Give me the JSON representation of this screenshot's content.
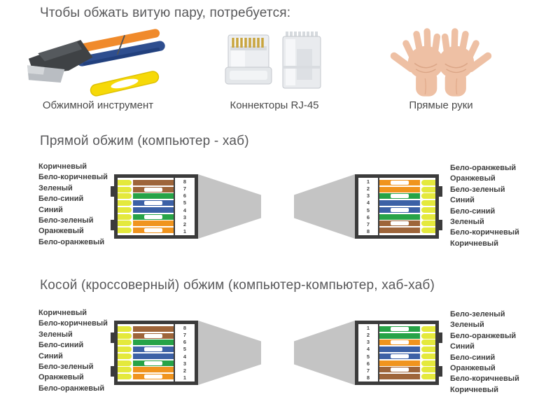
{
  "title": "Чтобы обжать витую пару, потребуется:",
  "tools": [
    {
      "name": "crimper",
      "label": "Обжимной инструмент"
    },
    {
      "name": "connectors",
      "label": "Коннекторы RJ-45"
    },
    {
      "name": "hands",
      "label": "Прямые руки"
    }
  ],
  "palette": {
    "stub_yellow": "#e4e93c",
    "cable_gray": "#c4c4c4",
    "frame_dark": "#3b3b3b",
    "heading_gray": "#58585a",
    "label_dark": "#3d3d3d"
  },
  "wire_colors": {
    "brown": {
      "hex": "#9e653a",
      "striped": false
    },
    "white-brown": {
      "hex": "#9e653a",
      "striped": true
    },
    "green": {
      "hex": "#27a347",
      "striped": false
    },
    "white-green": {
      "hex": "#27a347",
      "striped": true
    },
    "blue": {
      "hex": "#3c61a6",
      "striped": false
    },
    "white-blue": {
      "hex": "#3c61a6",
      "striped": true
    },
    "orange": {
      "hex": "#f0941e",
      "striped": false
    },
    "white-orange": {
      "hex": "#f0941e",
      "striped": true
    }
  },
  "sections": [
    {
      "heading": "Прямой обжим (компьютер - хаб)",
      "left": {
        "labels": [
          "Коричневый",
          "Бело-коричневый",
          "Зеленый",
          "Бело-синий",
          "Синий",
          "Бело-зеленый",
          "Оранжевый",
          "Бело-оранжевый"
        ],
        "wires": [
          "brown",
          "white-brown",
          "green",
          "white-blue",
          "blue",
          "white-green",
          "orange",
          "white-orange"
        ],
        "pins": [
          "8",
          "7",
          "6",
          "5",
          "4",
          "3",
          "2",
          "1"
        ]
      },
      "right": {
        "labels": [
          "Бело-оранжевый",
          "Оранжевый",
          "Бело-зеленый",
          "Синий",
          "Бело-синий",
          "Зеленый",
          "Бело-коричневый",
          "Коричневый"
        ],
        "wires": [
          "white-orange",
          "orange",
          "white-green",
          "blue",
          "white-blue",
          "green",
          "white-brown",
          "brown"
        ],
        "pins": [
          "1",
          "2",
          "3",
          "4",
          "5",
          "6",
          "7",
          "8"
        ]
      }
    },
    {
      "heading": "Косой (кроссоверный) обжим (компьютер-компьютер, хаб-хаб)",
      "left": {
        "labels": [
          "Коричневый",
          "Бело-коричневый",
          "Зеленый",
          "Бело-синий",
          "Синий",
          "Бело-зеленый",
          "Оранжевый",
          "Бело-оранжевый"
        ],
        "wires": [
          "brown",
          "white-brown",
          "green",
          "white-blue",
          "blue",
          "white-green",
          "orange",
          "white-orange"
        ],
        "pins": [
          "8",
          "7",
          "6",
          "5",
          "4",
          "3",
          "2",
          "1"
        ]
      },
      "right": {
        "labels": [
          "Бело-зеленый",
          "Зеленый",
          "Бело-оранжевый",
          "Синий",
          "Бело-синий",
          "Оранжевый",
          "Бело-коричневый",
          "Коричневый"
        ],
        "wires": [
          "white-green",
          "green",
          "white-orange",
          "blue",
          "white-blue",
          "orange",
          "white-brown",
          "brown"
        ],
        "pins": [
          "1",
          "2",
          "3",
          "4",
          "5",
          "6",
          "7",
          "8"
        ]
      }
    }
  ]
}
